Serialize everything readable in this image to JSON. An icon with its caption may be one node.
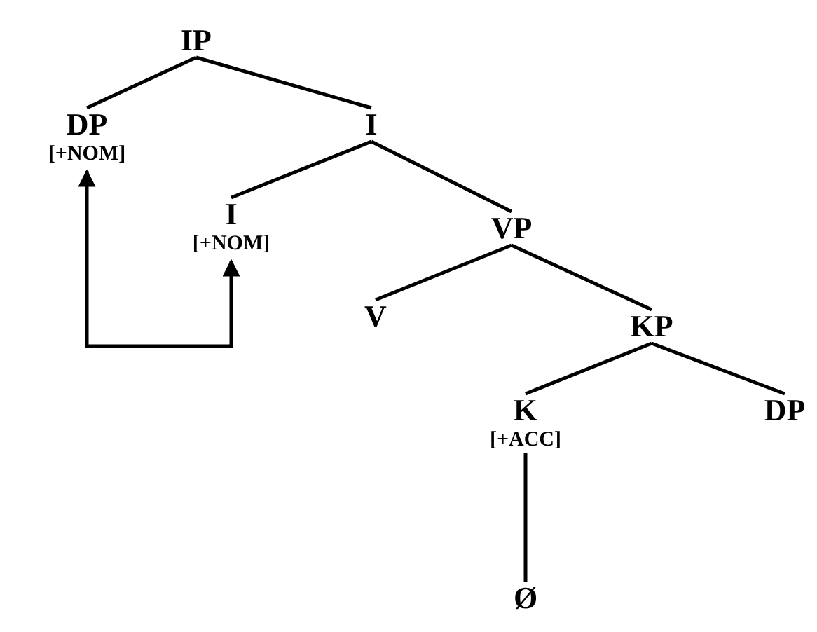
{
  "diagram": {
    "nodes": [
      {
        "text": [
          "IP"
        ]
      },
      {
        "text": [
          "DP",
          "[+NOM]"
        ]
      },
      {
        "text": [
          "I"
        ]
      },
      {
        "text": [
          "I",
          "[+NOM]"
        ]
      },
      {
        "text": [
          "VP"
        ]
      },
      {
        "text": [
          "V"
        ]
      },
      {
        "text": [
          "KP"
        ]
      },
      {
        "text": [
          "K",
          "[+ACC]"
        ]
      },
      {
        "text": [
          "DP"
        ]
      },
      {
        "text": [
          "Ø"
        ]
      }
    ],
    "edges": [
      {
        "from": 0,
        "to": 1,
        "arrow": "none"
      },
      {
        "from": 0,
        "to": 2,
        "arrow": "none"
      },
      {
        "from": 2,
        "to": 3,
        "arrow": "none"
      },
      {
        "from": 2,
        "to": 4,
        "arrow": "none"
      },
      {
        "from": 4,
        "to": 5,
        "arrow": "none"
      },
      {
        "from": 4,
        "to": 6,
        "arrow": "none"
      },
      {
        "from": 6,
        "to": 7,
        "arrow": "none"
      },
      {
        "from": 6,
        "to": 8,
        "arrow": "none"
      },
      {
        "from": 7,
        "to": 9,
        "arrow": "none"
      },
      {
        "from": 1,
        "to": 3,
        "arrow": "both"
      }
    ]
  }
}
